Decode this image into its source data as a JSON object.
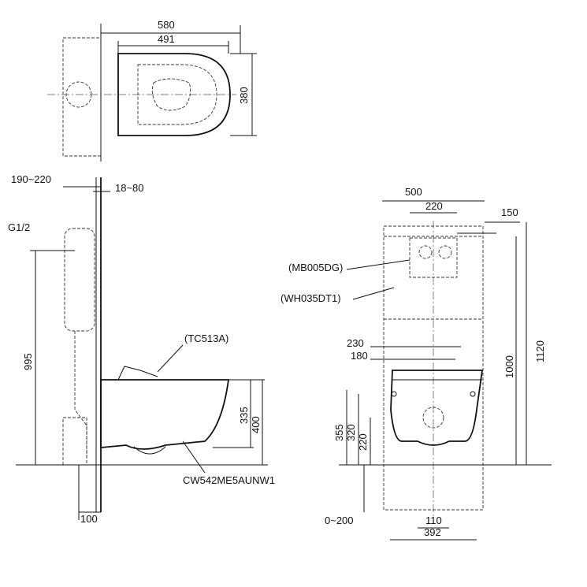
{
  "top_view": {
    "dim_width_total": "580",
    "dim_width_seat": "491",
    "dim_depth": "380"
  },
  "side_view": {
    "dim_wall_offset": "190~220",
    "dim_frame_depth": "18~80",
    "inlet": "G1/2",
    "dim_inlet_height": "995",
    "seat_model": "(TC513A)",
    "dim_bowl_height": "335",
    "dim_seat_height": "400",
    "dim_bottom": "100",
    "toilet_model": "CW542ME5AUNW1"
  },
  "front_view": {
    "dim_frame_width": "500",
    "dim_plate_width": "220",
    "dim_plate_offset": "150",
    "plate_model": "(MB005DG)",
    "frame_model": "(WH035DT1)",
    "dim_height_1000": "1000",
    "dim_height_1120": "1120",
    "dim_bolt_230": "230",
    "dim_bolt_180": "180",
    "dim_355": "355",
    "dim_320": "320",
    "dim_220": "220",
    "dim_floor_adjust": "0~200",
    "dim_110": "110",
    "dim_392": "392"
  }
}
